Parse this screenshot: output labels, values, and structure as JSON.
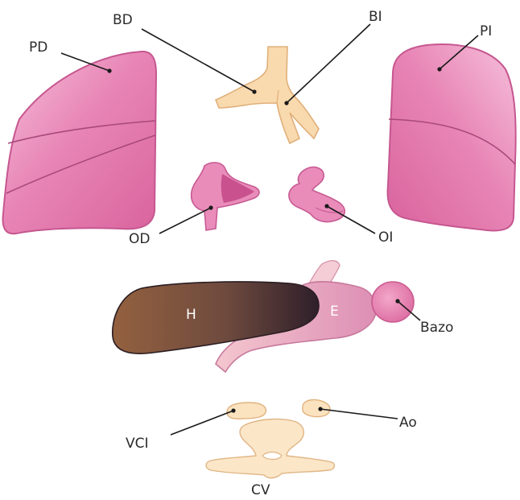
{
  "labels": {
    "right_main_bronchus": "BD",
    "left_main_bronchus": "BI",
    "right_lung": "PD",
    "left_lung": "PI",
    "right_atrium": "OD",
    "left_atrium": "OI",
    "liver": "H",
    "stomach": "E",
    "spleen": "Bazo",
    "inferior_vena_cava": "VCI",
    "aorta": "Ao",
    "vertebral_body": "CV"
  },
  "colors": {
    "lung_fill": "#e780b2",
    "lung_light": "#f3b3d2",
    "lung_stroke": "#b5457d",
    "bronchus_fill": "#f9d9ae",
    "bronchus_stroke": "#d9a96f",
    "atrium_fill": "#e88ab9",
    "atrium_dark": "#c5508c",
    "liver_dark": "#3e2a33",
    "liver_light": "#8b5a3c",
    "stomach_fill": "#e9a6bd",
    "spleen_fill": "#e57aab",
    "vessel_fill": "#fbe3c0",
    "vertebra_fill": "#fbe6c8"
  }
}
